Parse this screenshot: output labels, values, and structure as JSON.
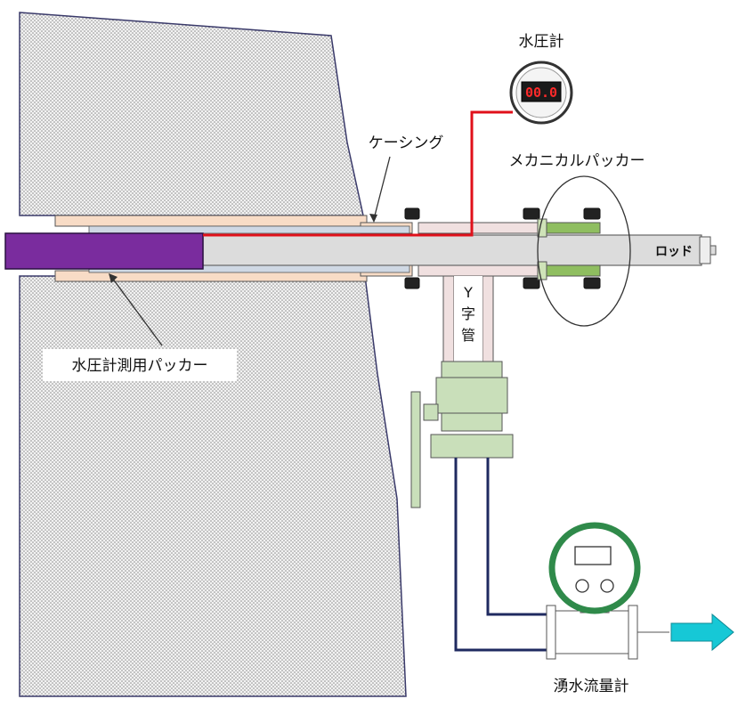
{
  "labels": {
    "water_pressure_gauge": "水圧計",
    "casing": "ケーシング",
    "mechanical_packer": "メカニカルパッカー",
    "rod": "ロッド",
    "y_pipe_1": "Y",
    "y_pipe_2": "字",
    "y_pipe_3": "管",
    "pressure_packer": "水圧計測用パッカー",
    "spring_flow_meter": "湧水流量計"
  },
  "gauge_display": "00.0",
  "colors": {
    "rock_fill": "#e6e6e6",
    "casing_fill": "#f8dcc6",
    "packer_purple": "#7a2c9e",
    "rod_fill": "#dcdcdc",
    "red_line": "#e0101a",
    "valve_green": "#c9dfba",
    "meter_green": "#2f8a4a",
    "hose_navy": "#1f2a60",
    "arrow_cyan": "#16c8d6"
  }
}
